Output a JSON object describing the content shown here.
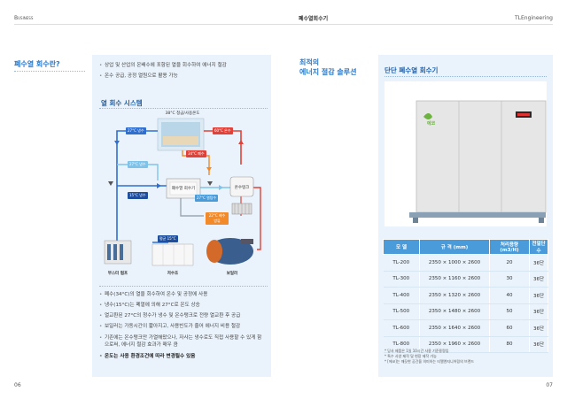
{
  "header": {
    "left": "Business",
    "center": "폐수열회수기",
    "right": "TLEngineering"
  },
  "left": {
    "section_title": "폐수열 회수란?",
    "intro": [
      "상업 및 산업의 온배수에 포함된 열을 회수하여 에너지 절감",
      "온수 공급, 공정 열원으로 활용 가능"
    ],
    "system_title": "열 회수 시스템",
    "diagram": {
      "top_label": "38°C 청금/사용온도",
      "to_warm": "27°C 냉수",
      "hot_water": "60°C 온수",
      "mid_temp": "34°C 폐수",
      "supply": "27°C 냉수",
      "cold_in": "15°C 냉수",
      "recovery": "폐수열 회수기",
      "tank": "온수탱크",
      "warm_out": "27°C 열탕수",
      "drain": "22°C 배수 방류",
      "feed": "평균 15°C",
      "pump": "부스터 펌프",
      "storage": "저수조",
      "boiler": "보일러"
    },
    "notes": [
      "폐수(34°C)의 열을 회수하여 온수 및 공정에 사용",
      "냉수(15°C)는 폐열에 의해 27°C로 온도 상승",
      "열교환된 27°C의 청수가 냉수 및 온수탱크로 전량 열교환 후 공급",
      "보일러는 가동시간이 짧아지고, 사용빈도가 줄어 에너지 비용 절감",
      "기존에는 온수탱크만 가열해왔으나, 자사는 냉수로도 직접 사용할 수 있게 함으로써, 에너지 절감 효과가 매우 큼",
      "온도는 사용 환경조건에 따라 변경될수 있음"
    ],
    "page_number": "06"
  },
  "right": {
    "side_title_1": "최적의",
    "side_title_2": "에너지 절감 솔루션",
    "product_title": "단단 폐수열 회수기",
    "product_logo": "에코",
    "table": {
      "headers": [
        "모 델",
        "규 격 (mm)",
        "처리용량(m3/H)",
        "전열단수"
      ],
      "rows": [
        [
          "TL-200",
          "2350 × 1000 × 2600",
          "20",
          "36단"
        ],
        [
          "TL-300",
          "2350 × 1160 × 2600",
          "30",
          "36단"
        ],
        [
          "TL-400",
          "2350 × 1320 × 2600",
          "40",
          "36단"
        ],
        [
          "TL-500",
          "2350 × 1480 × 2600",
          "50",
          "36단"
        ],
        [
          "TL-600",
          "2350 × 1640 × 2600",
          "60",
          "36단"
        ],
        [
          "TL-800",
          "2350 × 1960 × 2600",
          "80",
          "36단"
        ]
      ]
    },
    "footnotes": [
      "당사 제품은 1일 10시간 사용 기준용량임",
      "특수 사양 제작 및 현장 제작 가능",
      "[에코]는 깨끗한 공간을 의미하는 티엘엔지니어링의 브랜드"
    ],
    "page_number": "07"
  },
  "colors": {
    "accent": "#2a7ac9",
    "panel": "#eaf3fb",
    "red": "#e0423a",
    "blue": "#2e6fd0",
    "light_blue": "#7fc3ea",
    "orange": "#f28a2a"
  }
}
